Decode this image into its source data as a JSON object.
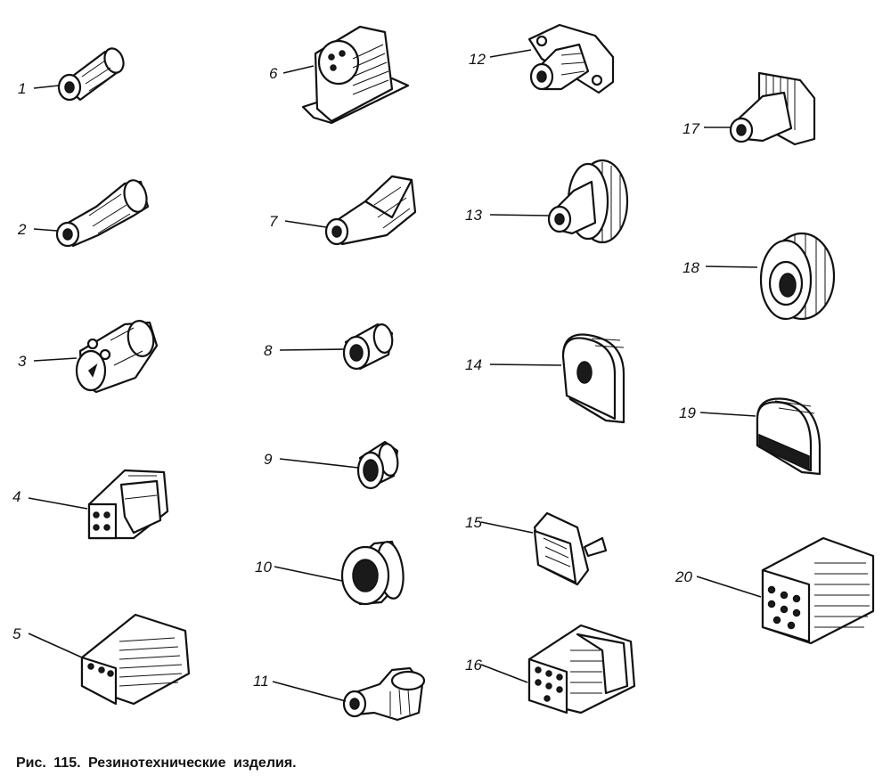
{
  "figure": {
    "caption": "Рис. 115. Резинотехнические изделия.",
    "parts": [
      {
        "label": "1",
        "icon": "sleeve-grommet-icon"
      },
      {
        "label": "2",
        "icon": "tapered-boot-icon"
      },
      {
        "label": "3",
        "icon": "plug-cap-icon"
      },
      {
        "label": "4",
        "icon": "small-connector-boot-icon"
      },
      {
        "label": "5",
        "icon": "flat-connector-boot-icon"
      },
      {
        "label": "6",
        "icon": "mounting-block-icon"
      },
      {
        "label": "7",
        "icon": "wedge-boot-icon"
      },
      {
        "label": "8",
        "icon": "small-bushing-icon"
      },
      {
        "label": "9",
        "icon": "ring-grommet-icon"
      },
      {
        "label": "10",
        "icon": "large-ring-grommet-icon"
      },
      {
        "label": "11",
        "icon": "elbow-boot-icon"
      },
      {
        "label": "12",
        "icon": "flange-boot-icon"
      },
      {
        "label": "13",
        "icon": "disc-flange-boot-icon"
      },
      {
        "label": "14",
        "icon": "d-shape-grommet-icon"
      },
      {
        "label": "15",
        "icon": "tab-cap-icon"
      },
      {
        "label": "16",
        "icon": "multi-pin-connector-boot-icon"
      },
      {
        "label": "17",
        "icon": "bracket-boot-icon"
      },
      {
        "label": "18",
        "icon": "thick-ring-grommet-icon"
      },
      {
        "label": "19",
        "icon": "d-shape-plug-icon"
      },
      {
        "label": "20",
        "icon": "large-connector-boot-icon"
      }
    ]
  }
}
